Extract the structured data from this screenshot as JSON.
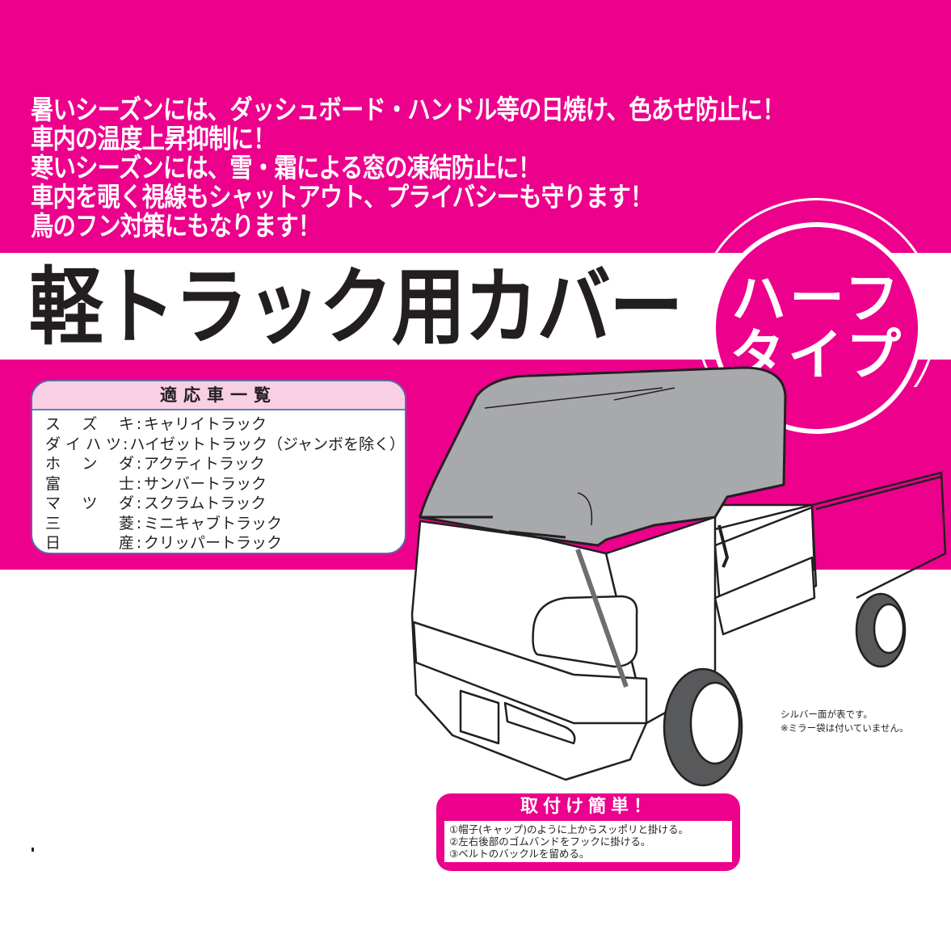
{
  "colors": {
    "brand_pink": "#ec008c",
    "text_dark": "#231f20",
    "cover_gray": "#a7a9ac",
    "compat_header_bg": "#f9d0e3"
  },
  "features": [
    "暑いシーズンには、ダッシュボード・ハンドル等の日焼け、色あせ防止に！",
    "車内の温度上昇抑制に！",
    "寒いシーズンには、雪・霜による窓の凍結防止に！",
    "車内を覗く視線もシャットアウト、プライバシーも守ります！",
    "鳥のフン対策にもなります！"
  ],
  "title": "軽トラック用カバー",
  "badge": {
    "line1": "ハーフ",
    "line2": "タイプ"
  },
  "compatibility": {
    "heading": "適応車一覧",
    "rows": [
      {
        "maker": [
          "ス",
          "ズ",
          "キ"
        ],
        "model": "キャリイトラック"
      },
      {
        "maker": [
          "ダ",
          "イ",
          "ハ",
          "ツ"
        ],
        "model": "ハイゼットトラック（ジャンボを除く）"
      },
      {
        "maker": [
          "ホ",
          "ン",
          "ダ"
        ],
        "model": "アクティトラック"
      },
      {
        "maker": [
          "富",
          "士"
        ],
        "model": "サンバートラック"
      },
      {
        "maker": [
          "マ",
          "ツ",
          "ダ"
        ],
        "model": "スクラムトラック"
      },
      {
        "maker": [
          "三",
          "菱"
        ],
        "model": "ミニキャブトラック"
      },
      {
        "maker": [
          "日",
          "産"
        ],
        "model": "クリッパートラック"
      }
    ]
  },
  "notes": [
    "シルバー面が表です。",
    "※ミラー袋は付いていません。"
  ],
  "install": {
    "title": "取付け簡単！",
    "steps": [
      "①帽子(キャップ)のように上からスッポリと掛ける。",
      "②左右後部のゴムバンドをフックに掛ける。",
      "③ベルトのバックルを留める。"
    ]
  }
}
